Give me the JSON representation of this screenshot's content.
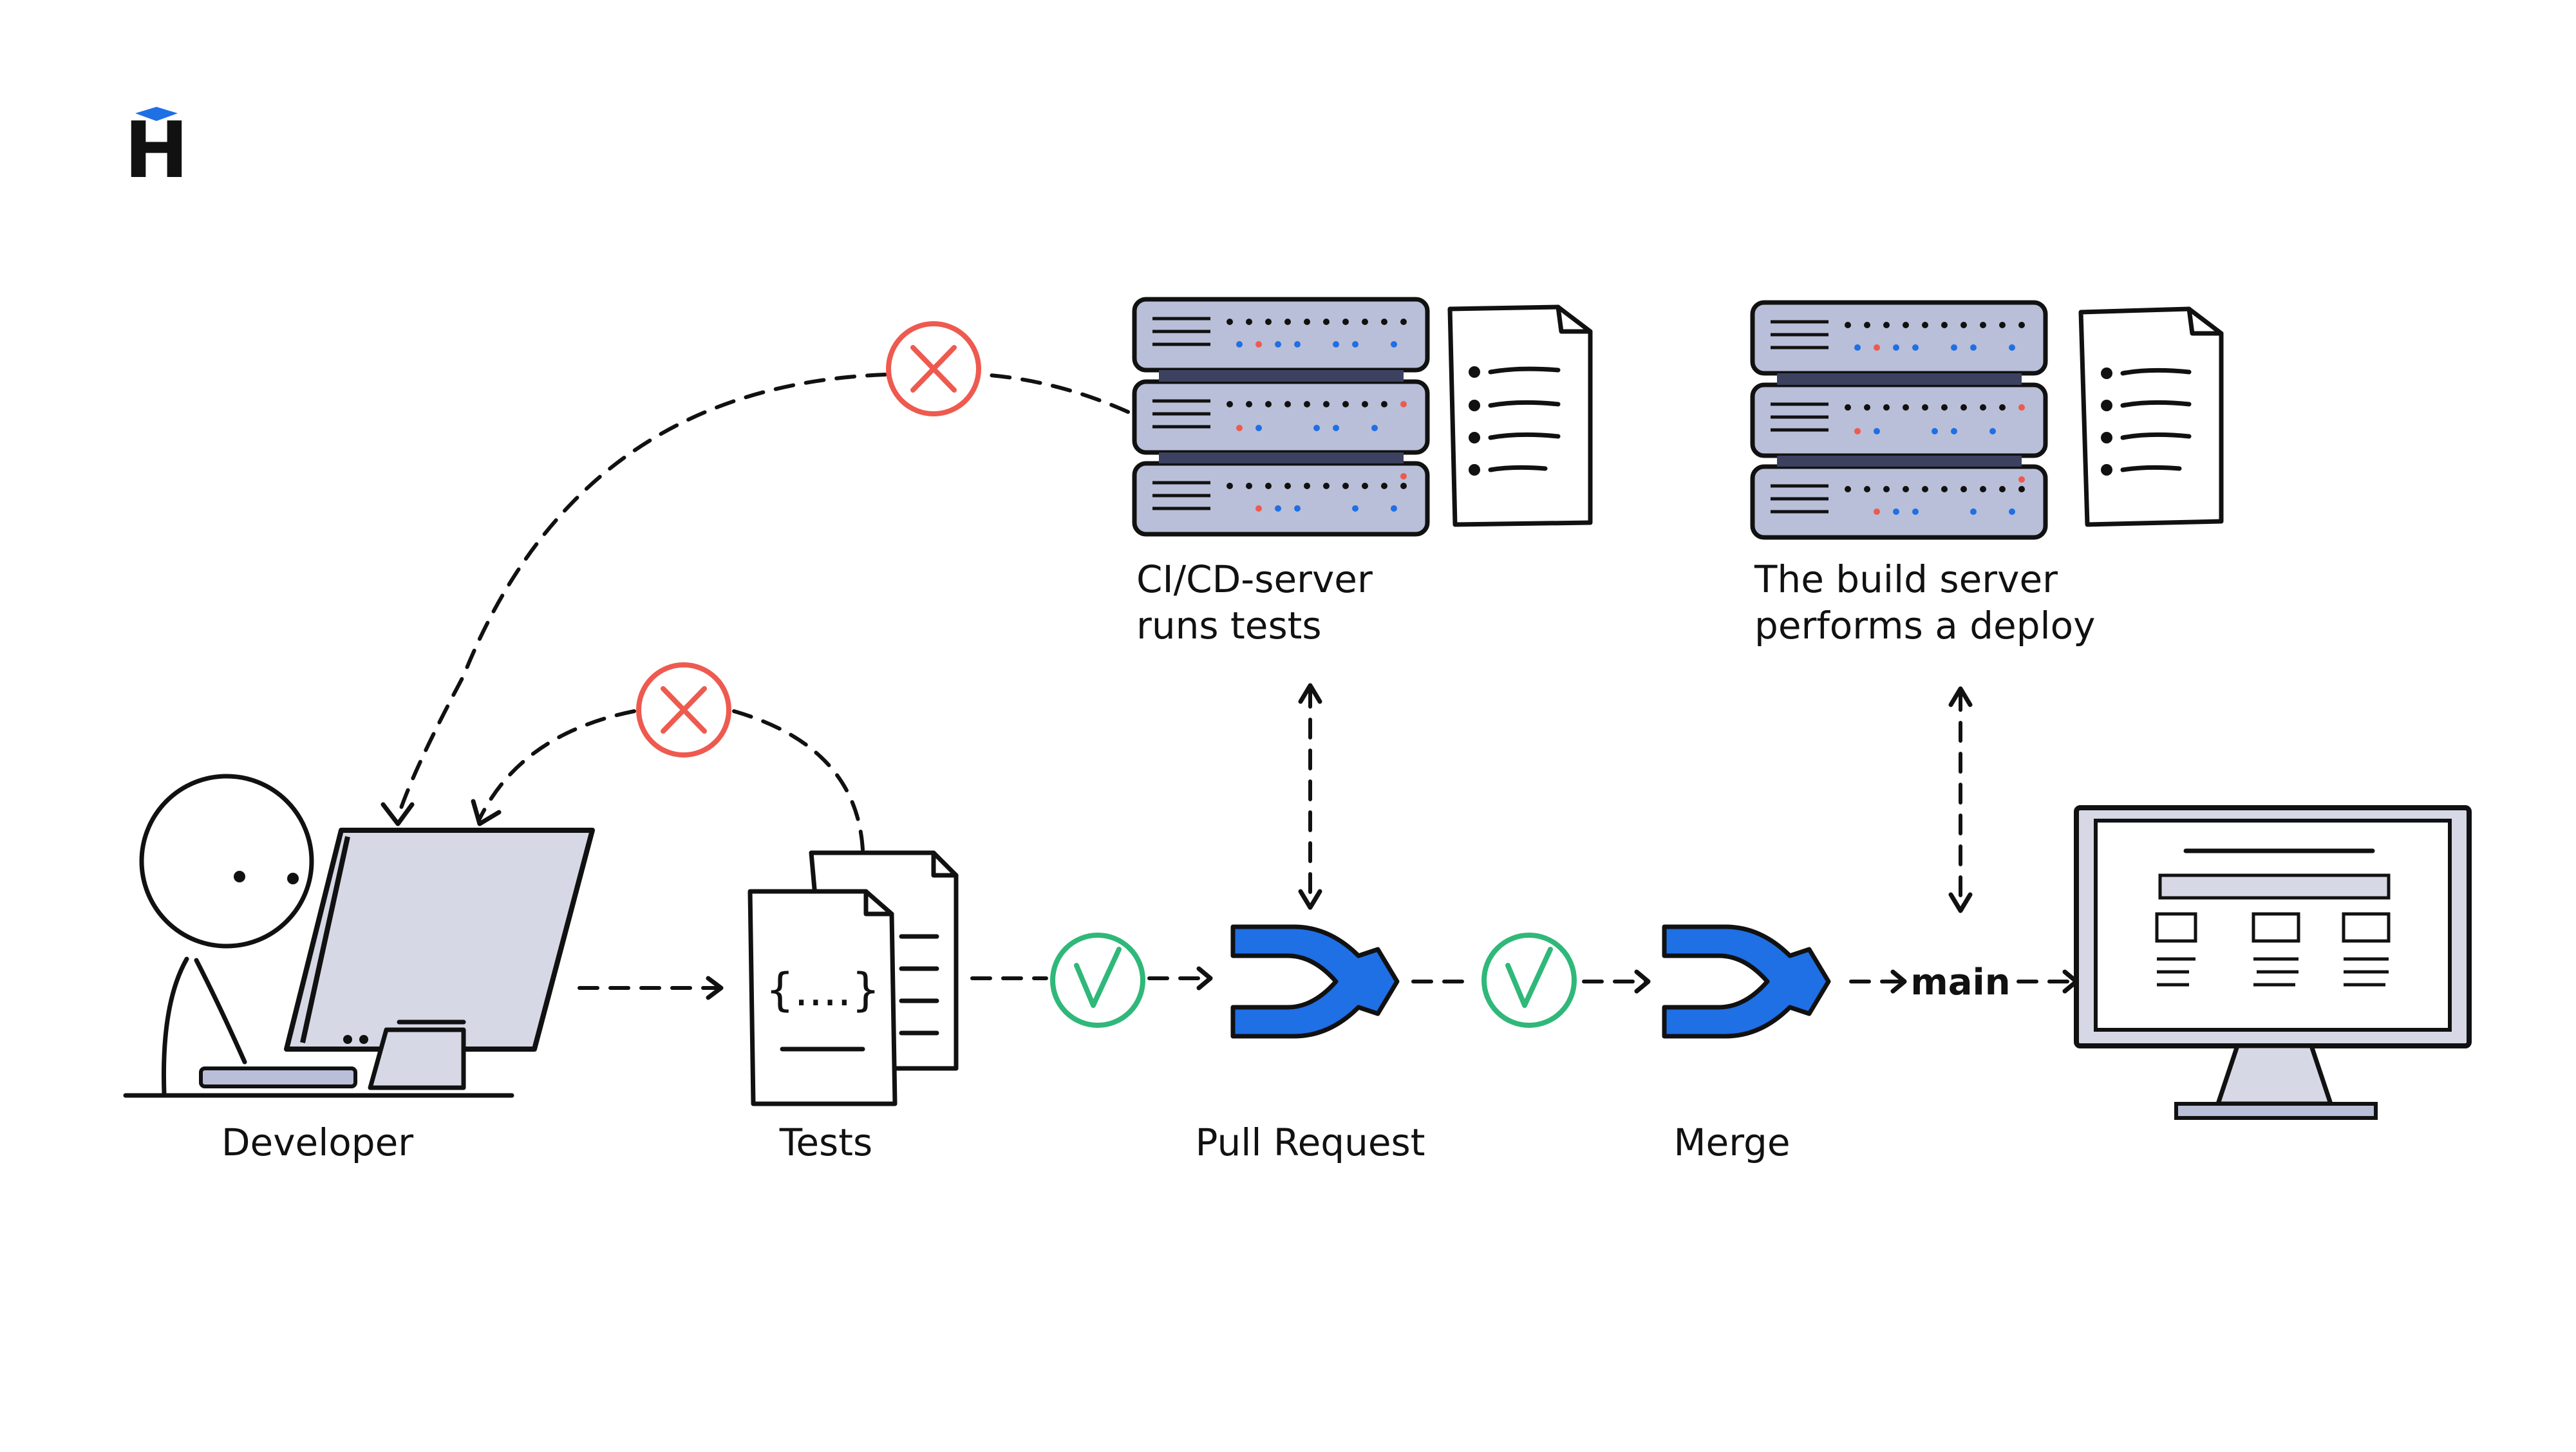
{
  "brand": {
    "logo_letter": "H",
    "accent_color": "#1f6fe5"
  },
  "colors": {
    "ink": "#111111",
    "server_fill": "#b9bfd8",
    "server_dark": "#3c4160",
    "screen_fill": "#d7d8e6",
    "fail": "#ee5a4f",
    "pass": "#2fb879",
    "git_blue": "#1f6fe5"
  },
  "nodes": {
    "developer": {
      "label": "Developer",
      "icon": "person-at-computer"
    },
    "tests": {
      "label": "Tests",
      "icon": "test-documents",
      "code_text": "{....}"
    },
    "pull_request": {
      "label": "Pull Request",
      "icon": "git-merge-arrow"
    },
    "merge": {
      "label": "Merge",
      "icon": "git-merge-arrow"
    },
    "ci_server": {
      "label_line1": "CI/CD-server",
      "label_line2": "runs tests",
      "icon": "server-rack"
    },
    "build_server": {
      "label_line1": "The build server",
      "label_line2": "performs a deploy",
      "icon": "server-rack"
    },
    "production": {
      "icon": "monitor-with-website"
    }
  },
  "edges": {
    "branch_label": "main",
    "fail_icon": "red-cross-circle",
    "pass_icon": "green-check-circle"
  }
}
